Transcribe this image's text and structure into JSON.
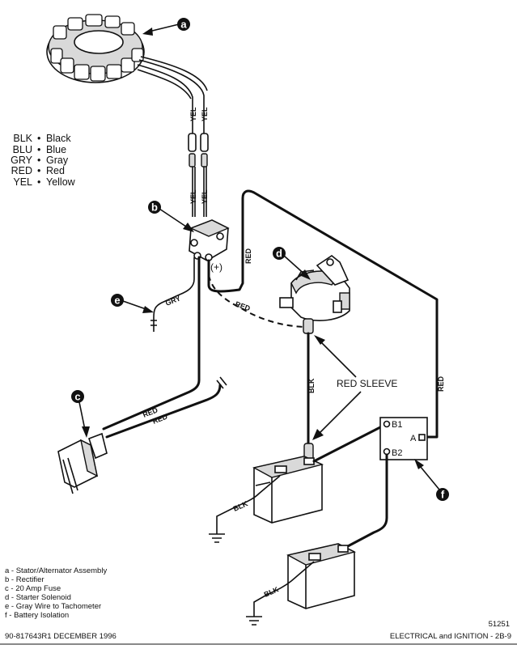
{
  "legend": [
    {
      "code": "BLK",
      "name": "Black"
    },
    {
      "code": "BLU",
      "name": "Blue"
    },
    {
      "code": "GRY",
      "name": "Gray"
    },
    {
      "code": "RED",
      "name": "Red"
    },
    {
      "code": "YEL",
      "name": "Yellow"
    }
  ],
  "legend_bullet": "•",
  "callouts": {
    "a": "a",
    "b": "b",
    "c": "c",
    "d": "d",
    "e": "e",
    "f": "f"
  },
  "wire_labels": {
    "yel": "YEL",
    "red": "RED",
    "gry": "GRY",
    "blk": "BLK"
  },
  "fuse_plus": "(+)",
  "red_sleeve": "RED SLEEVE",
  "isolator_terminals": {
    "b1": "B1",
    "b2": "B2",
    "a": "A"
  },
  "captions": [
    "a - Stator/Alternator Assembly",
    "b - Rectifier",
    "c - 20 Amp Fuse",
    "d - Starter Solenoid",
    "e - Gray Wire to Tachometer",
    "f  - Battery Isolation"
  ],
  "figure_number": "51251",
  "footer_left": "90-817643R1   DECEMBER 1996",
  "footer_right": "ELECTRICAL and IGNITION - 2B-9"
}
